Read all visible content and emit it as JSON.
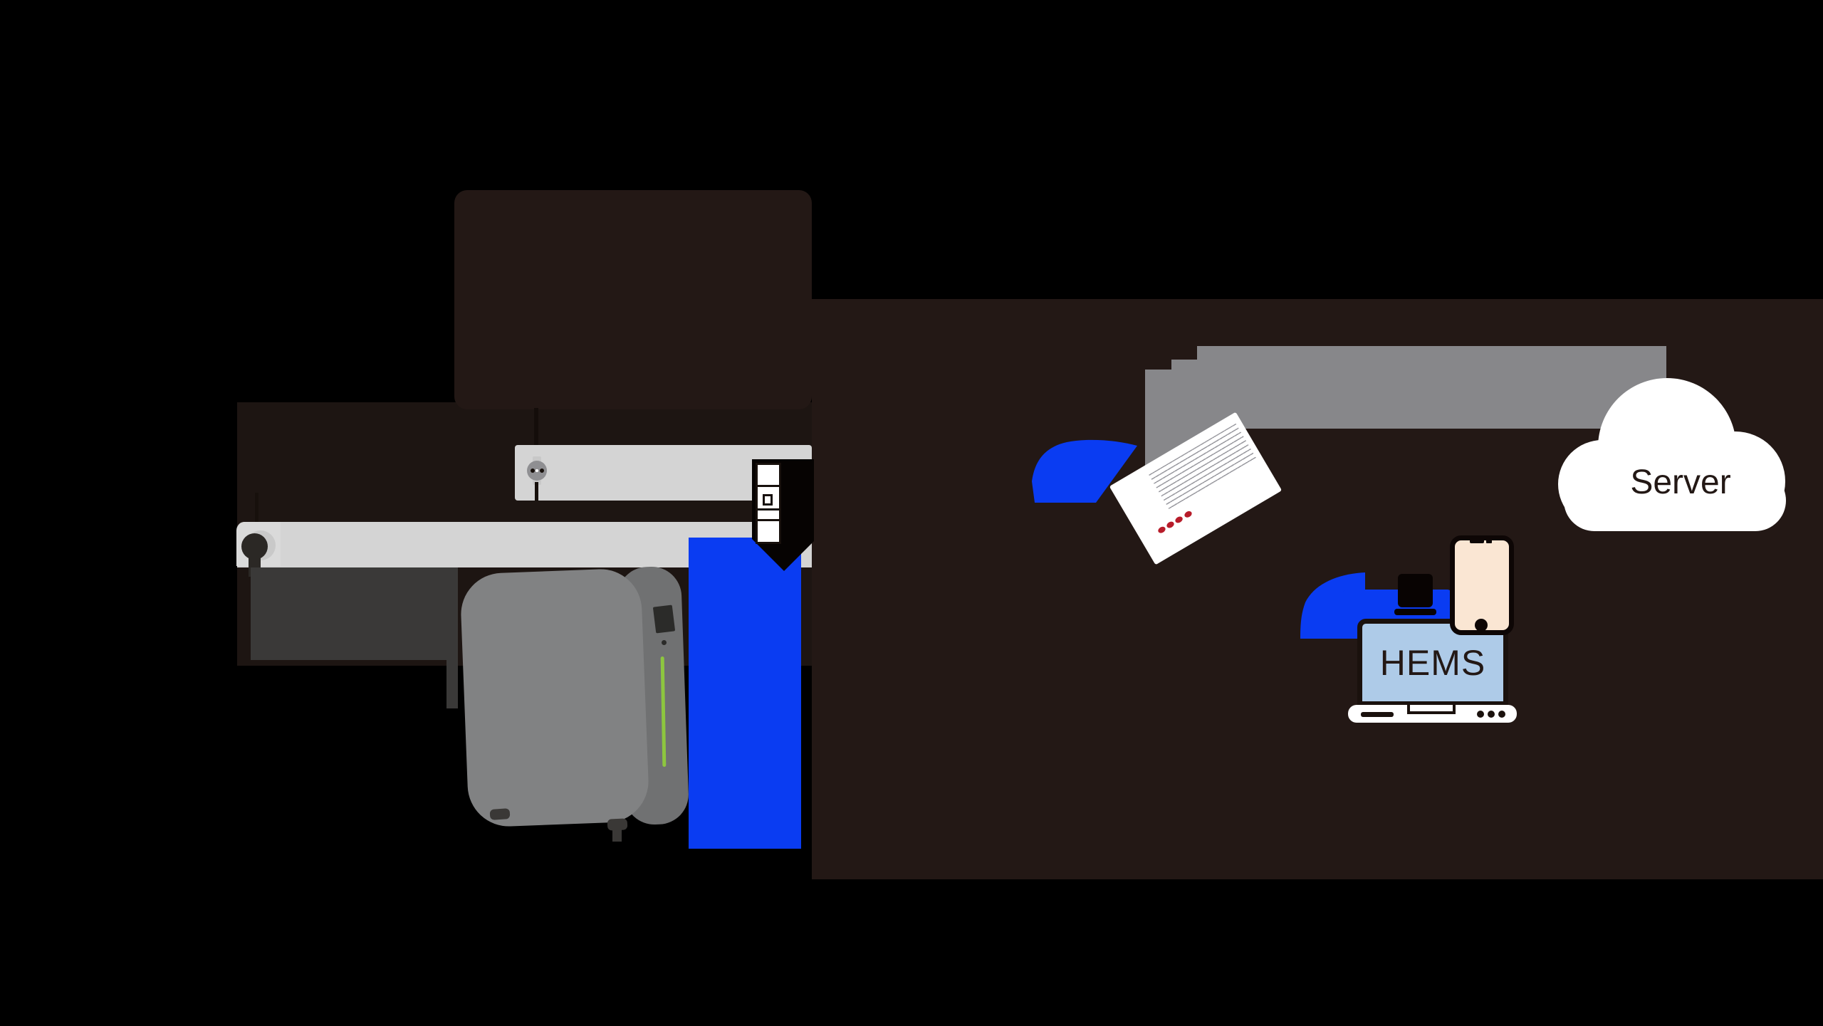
{
  "diagram": {
    "title": "home energy system diagram",
    "labels": {
      "server": "Server",
      "hems": "HEMS"
    },
    "colors": {
      "background": "#000000",
      "ink_dark": "#231815",
      "wall_gray": "#d4d4d4",
      "accent_blue": "#0a3cf2",
      "stack_gray": "#87878a",
      "battery_gray": "#818283",
      "battery_side_gray": "#707172",
      "led_green": "#8dc63f",
      "meter_dot_red": "#b71c2a",
      "laptop_screen_blue": "#aecbe8",
      "phone_cream": "#fae6d3",
      "white": "#ffffff"
    },
    "elements": [
      "house-room-panel",
      "upper-wall",
      "lower-wall",
      "power-outlet",
      "power-plug",
      "storage-battery",
      "blue-door-panel",
      "breaker-unit",
      "paper-stack",
      "meter-document",
      "wireless-signal-fan",
      "wifi-band",
      "router-box",
      "hems-laptop",
      "smartphone",
      "server-cloud"
    ]
  }
}
